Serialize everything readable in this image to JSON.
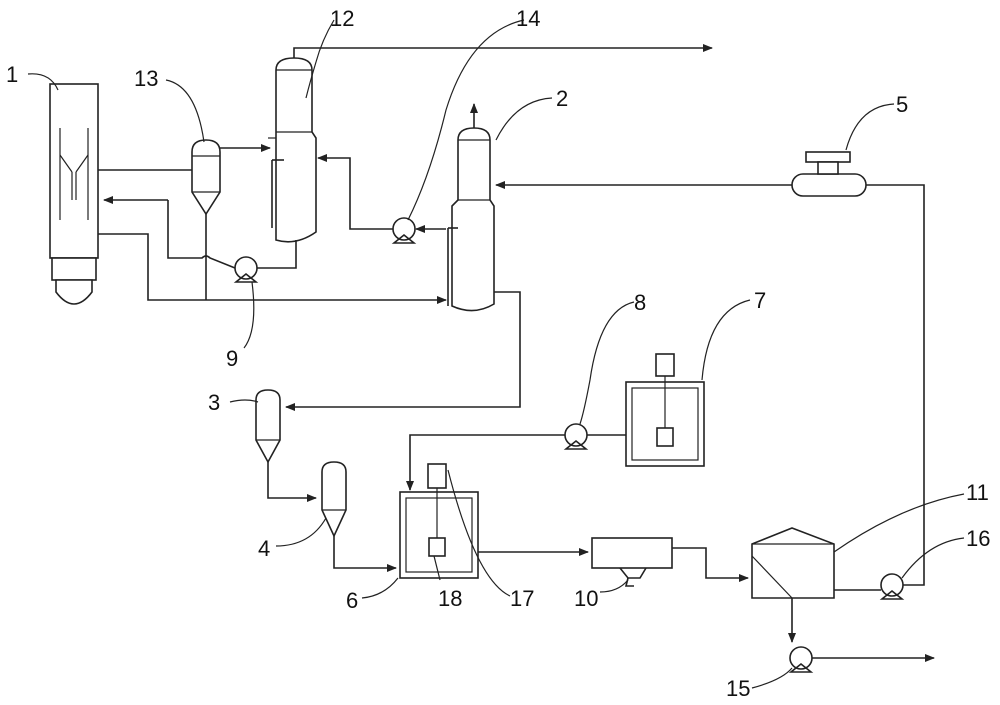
{
  "diagram": {
    "kind": "process flow schematic",
    "line_color": "#222222",
    "background": "#ffffff",
    "labels": [
      "1",
      "2",
      "3",
      "4",
      "5",
      "6",
      "7",
      "8",
      "9",
      "10",
      "11",
      "12",
      "13",
      "14",
      "15",
      "16",
      "17",
      "18"
    ]
  }
}
